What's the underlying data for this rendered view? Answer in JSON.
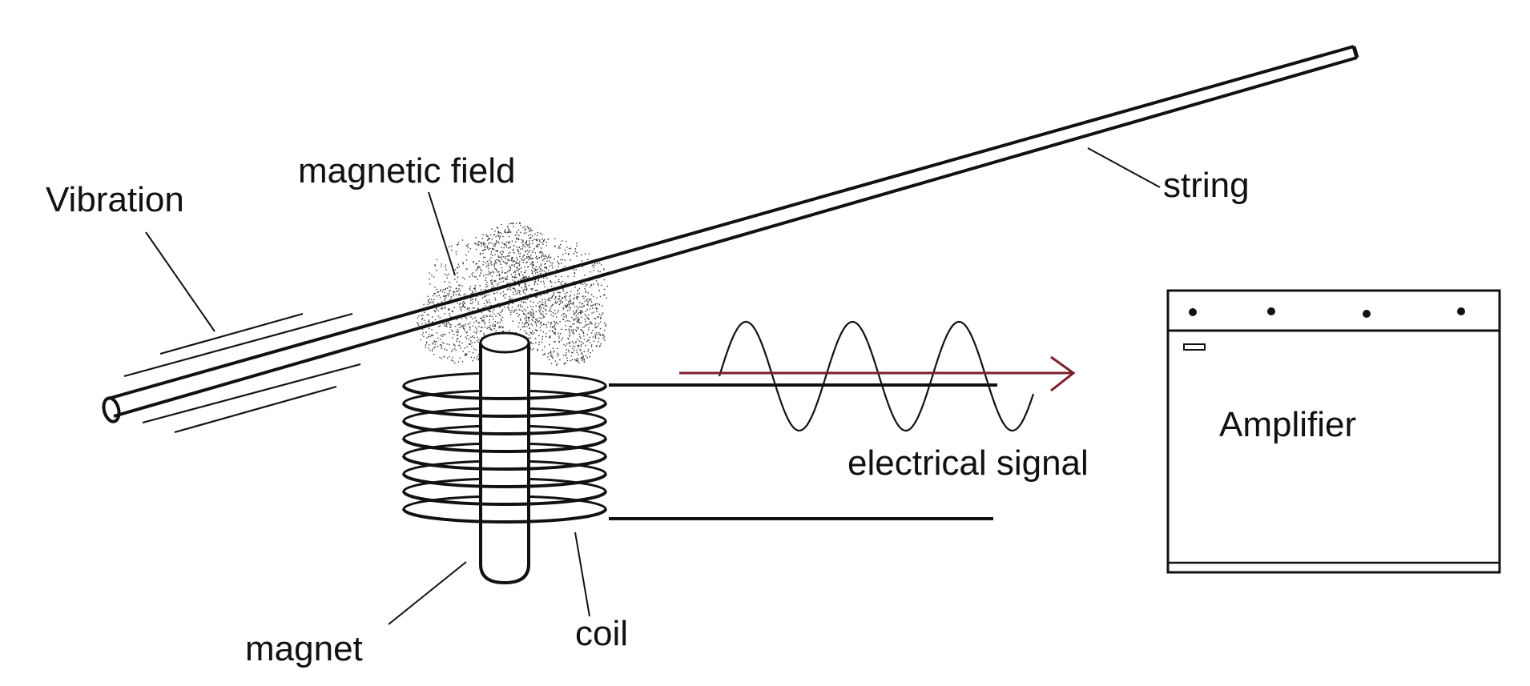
{
  "labels": {
    "vibration": "Vibration",
    "magnetic_field": "magnetic field",
    "string": "string",
    "amplifier": "Amplifier",
    "electrical_signal": "electrical signal",
    "magnet": "magnet",
    "coil": "coil"
  },
  "colors": {
    "line": "#111111",
    "signal_arrow": "#7a1f2b",
    "background": "#ffffff"
  }
}
